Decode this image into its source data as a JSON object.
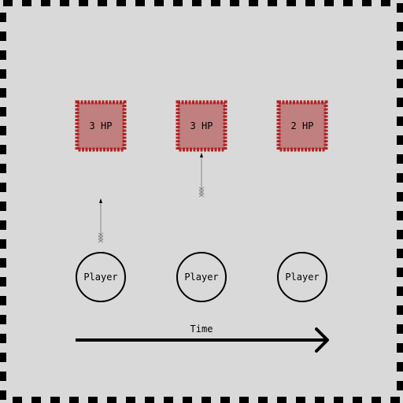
{
  "colors": {
    "background": "#d9d9d9",
    "border_dash": "#000000",
    "enemy_fill": "#c08080",
    "enemy_border": "#b22222",
    "player_stroke": "#000000",
    "arrow": "#000000",
    "projectile": "#888888"
  },
  "panels": [
    {
      "enemy": {
        "hp_label": "3 HP",
        "hp": 3
      },
      "player": {
        "label": "Player"
      },
      "projectile": {
        "present": true,
        "icon": "arrow-projectile-icon"
      }
    },
    {
      "enemy": {
        "hp_label": "3 HP",
        "hp": 3
      },
      "player": {
        "label": "Player"
      },
      "projectile": {
        "present": true,
        "icon": "arrow-projectile-icon"
      }
    },
    {
      "enemy": {
        "hp_label": "2 HP",
        "hp": 2
      },
      "player": {
        "label": "Player"
      },
      "projectile": {
        "present": false
      }
    }
  ],
  "timeline": {
    "label": "Time",
    "icon": "right-arrow-icon"
  }
}
